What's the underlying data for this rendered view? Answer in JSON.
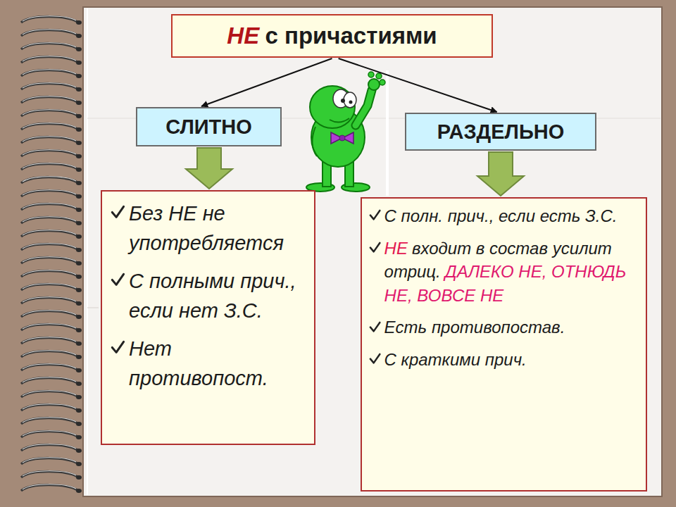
{
  "diagram": {
    "nodes": [
      {
        "text": [
          "НЕ",
          "с причастиями"
        ]
      },
      {
        "text": [
          "СЛИТНО"
        ]
      },
      {
        "text": [
          "РАЗДЕЛЬНО"
        ]
      },
      {
        "text": [
          "Без НЕ не употребляется",
          "С полными прич., если нет З.С.",
          "Нет противопост."
        ]
      },
      {
        "text": [
          "С полн. прич., если есть З.С.",
          "НЕ",
          "входит в состав усилит отриц.",
          "ДАЛЕКО НЕ, ОТНЮДЬ НЕ, ВОВСЕ НЕ",
          "Есть противопостав.",
          "С краткими прич."
        ]
      }
    ],
    "edges": [
      {
        "from": 0,
        "to": 1,
        "arrow": "to"
      },
      {
        "from": 0,
        "to": 2,
        "arrow": "to"
      },
      {
        "from": 1,
        "to": 3,
        "arrow": "to"
      },
      {
        "from": 2,
        "to": 4,
        "arrow": "to"
      }
    ]
  }
}
